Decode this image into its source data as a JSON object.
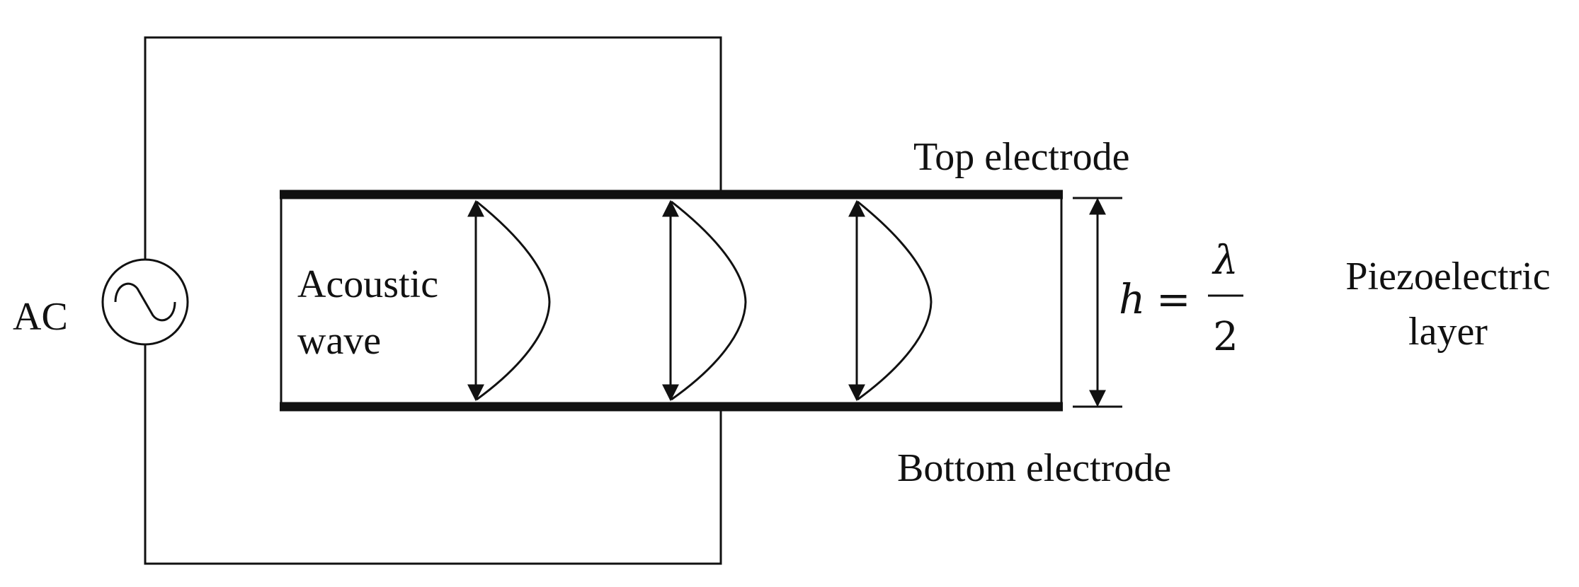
{
  "labels": {
    "ac": "AC",
    "top_electrode": "Top electrode",
    "bottom_electrode": "Bottom electrode",
    "acoustic_line1": "Acoustic",
    "acoustic_line2": "wave",
    "piezo_line1": "Piezoelectric",
    "piezo_line2": "layer"
  },
  "equation": {
    "lhs": "h",
    "equals": "=",
    "numerator": "λ",
    "denominator": "2"
  },
  "colors": {
    "stroke": "#111111",
    "background": "#ffffff"
  }
}
